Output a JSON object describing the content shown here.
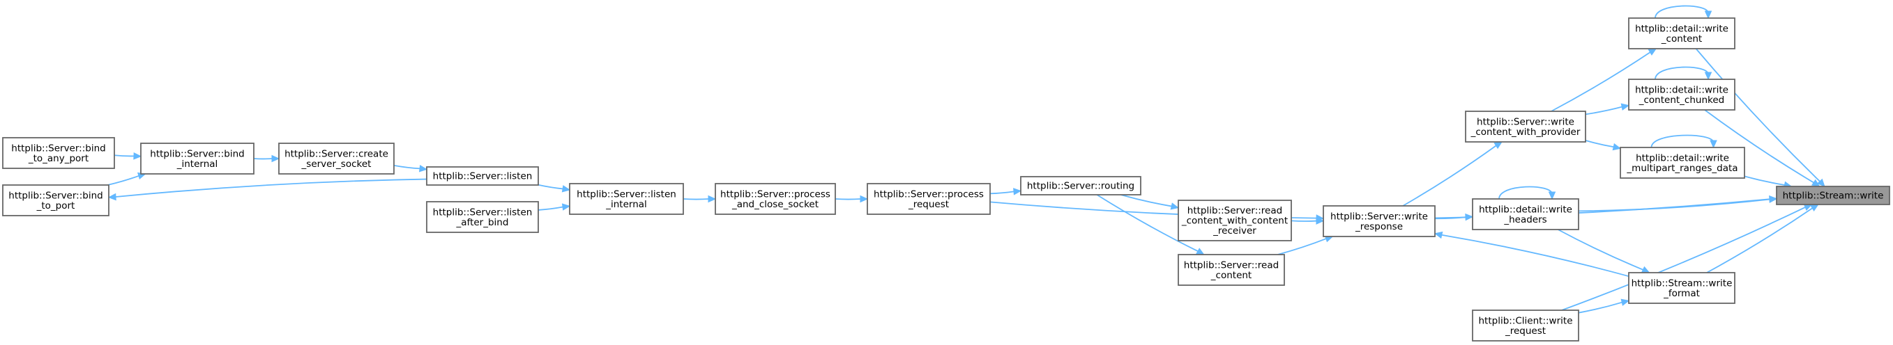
{
  "graph": {
    "nodes": [
      {
        "id": "stream_write",
        "lines": [
          "httplib::Stream::write"
        ],
        "focus": true
      },
      {
        "id": "write_content",
        "lines": [
          "httplib::detail::write",
          "_content"
        ]
      },
      {
        "id": "write_content_chunked",
        "lines": [
          "httplib::detail::write",
          "_content_chunked"
        ]
      },
      {
        "id": "write_multipart",
        "lines": [
          "httplib::detail::write",
          "_multipart_ranges_data"
        ]
      },
      {
        "id": "write_content_with_provider",
        "lines": [
          "httplib::Server::write",
          "_content_with_provider"
        ]
      },
      {
        "id": "write_response",
        "lines": [
          "httplib::Server::write",
          "_response"
        ]
      },
      {
        "id": "write_headers",
        "lines": [
          "httplib::detail::write",
          "_headers"
        ]
      },
      {
        "id": "write_format",
        "lines": [
          "httplib::Stream::write",
          "_format"
        ]
      },
      {
        "id": "client_write_request",
        "lines": [
          "httplib::Client::write",
          "_request"
        ]
      },
      {
        "id": "read_content_receiver",
        "lines": [
          "httplib::Server::read",
          "_content_with_content",
          "_receiver"
        ]
      },
      {
        "id": "read_content",
        "lines": [
          "httplib::Server::read",
          "_content"
        ]
      },
      {
        "id": "routing",
        "lines": [
          "httplib::Server::routing"
        ]
      },
      {
        "id": "process_request",
        "lines": [
          "httplib::Server::process",
          "_request"
        ]
      },
      {
        "id": "process_and_close",
        "lines": [
          "httplib::Server::process",
          "_and_close_socket"
        ]
      },
      {
        "id": "listen_internal",
        "lines": [
          "httplib::Server::listen",
          "_internal"
        ]
      },
      {
        "id": "listen",
        "lines": [
          "httplib::Server::listen"
        ]
      },
      {
        "id": "listen_after_bind",
        "lines": [
          "httplib::Server::listen",
          "_after_bind"
        ]
      },
      {
        "id": "create_server_socket",
        "lines": [
          "httplib::Server::create",
          "_server_socket"
        ]
      },
      {
        "id": "bind_internal",
        "lines": [
          "httplib::Server::bind",
          "_internal"
        ]
      },
      {
        "id": "bind_to_any_port",
        "lines": [
          "httplib::Server::bind",
          "_to_any_port"
        ]
      },
      {
        "id": "bind_to_port",
        "lines": [
          "httplib::Server::bind",
          "_to_port"
        ]
      }
    ],
    "edges": [
      {
        "from": "write_content",
        "to": "stream_write"
      },
      {
        "from": "write_content",
        "to": "write_content"
      },
      {
        "from": "write_content_chunked",
        "to": "stream_write"
      },
      {
        "from": "write_content_chunked",
        "to": "write_content_chunked"
      },
      {
        "from": "write_multipart",
        "to": "stream_write"
      },
      {
        "from": "write_multipart",
        "to": "write_multipart"
      },
      {
        "from": "write_content_with_provider",
        "to": "write_content"
      },
      {
        "from": "write_content_with_provider",
        "to": "write_content_chunked"
      },
      {
        "from": "write_content_with_provider",
        "to": "write_multipart"
      },
      {
        "from": "write_response",
        "to": "write_content_with_provider"
      },
      {
        "from": "write_response",
        "to": "stream_write"
      },
      {
        "from": "write_response",
        "to": "write_headers"
      },
      {
        "from": "write_headers",
        "to": "stream_write"
      },
      {
        "from": "write_headers",
        "to": "write_headers"
      },
      {
        "from": "write_headers",
        "to": "write_format"
      },
      {
        "from": "write_format",
        "to": "stream_write"
      },
      {
        "from": "write_format",
        "to": "write_response"
      },
      {
        "from": "client_write_request",
        "to": "stream_write"
      },
      {
        "from": "client_write_request",
        "to": "write_format"
      },
      {
        "from": "read_content_receiver",
        "to": "write_response"
      },
      {
        "from": "read_content",
        "to": "write_response"
      },
      {
        "from": "routing",
        "to": "read_content_receiver"
      },
      {
        "from": "routing",
        "to": "read_content"
      },
      {
        "from": "process_request",
        "to": "routing"
      },
      {
        "from": "process_request",
        "to": "write_response"
      },
      {
        "from": "process_and_close",
        "to": "process_request"
      },
      {
        "from": "listen_internal",
        "to": "process_and_close"
      },
      {
        "from": "listen",
        "to": "listen_internal"
      },
      {
        "from": "listen_after_bind",
        "to": "listen_internal"
      },
      {
        "from": "create_server_socket",
        "to": "listen"
      },
      {
        "from": "bind_internal",
        "to": "create_server_socket"
      },
      {
        "from": "bind_to_any_port",
        "to": "bind_internal"
      },
      {
        "from": "bind_to_port",
        "to": "bind_internal"
      },
      {
        "from": "listen",
        "to": "bind_to_port"
      }
    ]
  }
}
